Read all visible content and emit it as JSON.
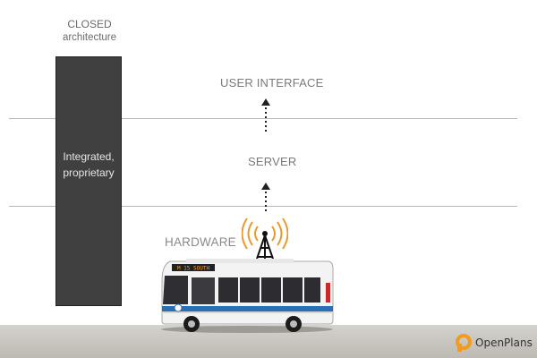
{
  "closed": {
    "heading": "CLOSED",
    "subheading": "architecture",
    "box_line1": "Integrated,",
    "box_line2": "proprietary"
  },
  "layers": {
    "user_interface": "USER INTERFACE",
    "server": "SERVER",
    "hardware": "HARDWARE"
  },
  "bus": {
    "headsign": "M 15 SOUTH"
  },
  "logo": {
    "text": "OpenPlans",
    "color": "#f39b1c"
  },
  "colors": {
    "closed_box": "#404040",
    "signal_waves": "#e99b2f",
    "bus_stripe": "#2a6fb6"
  }
}
